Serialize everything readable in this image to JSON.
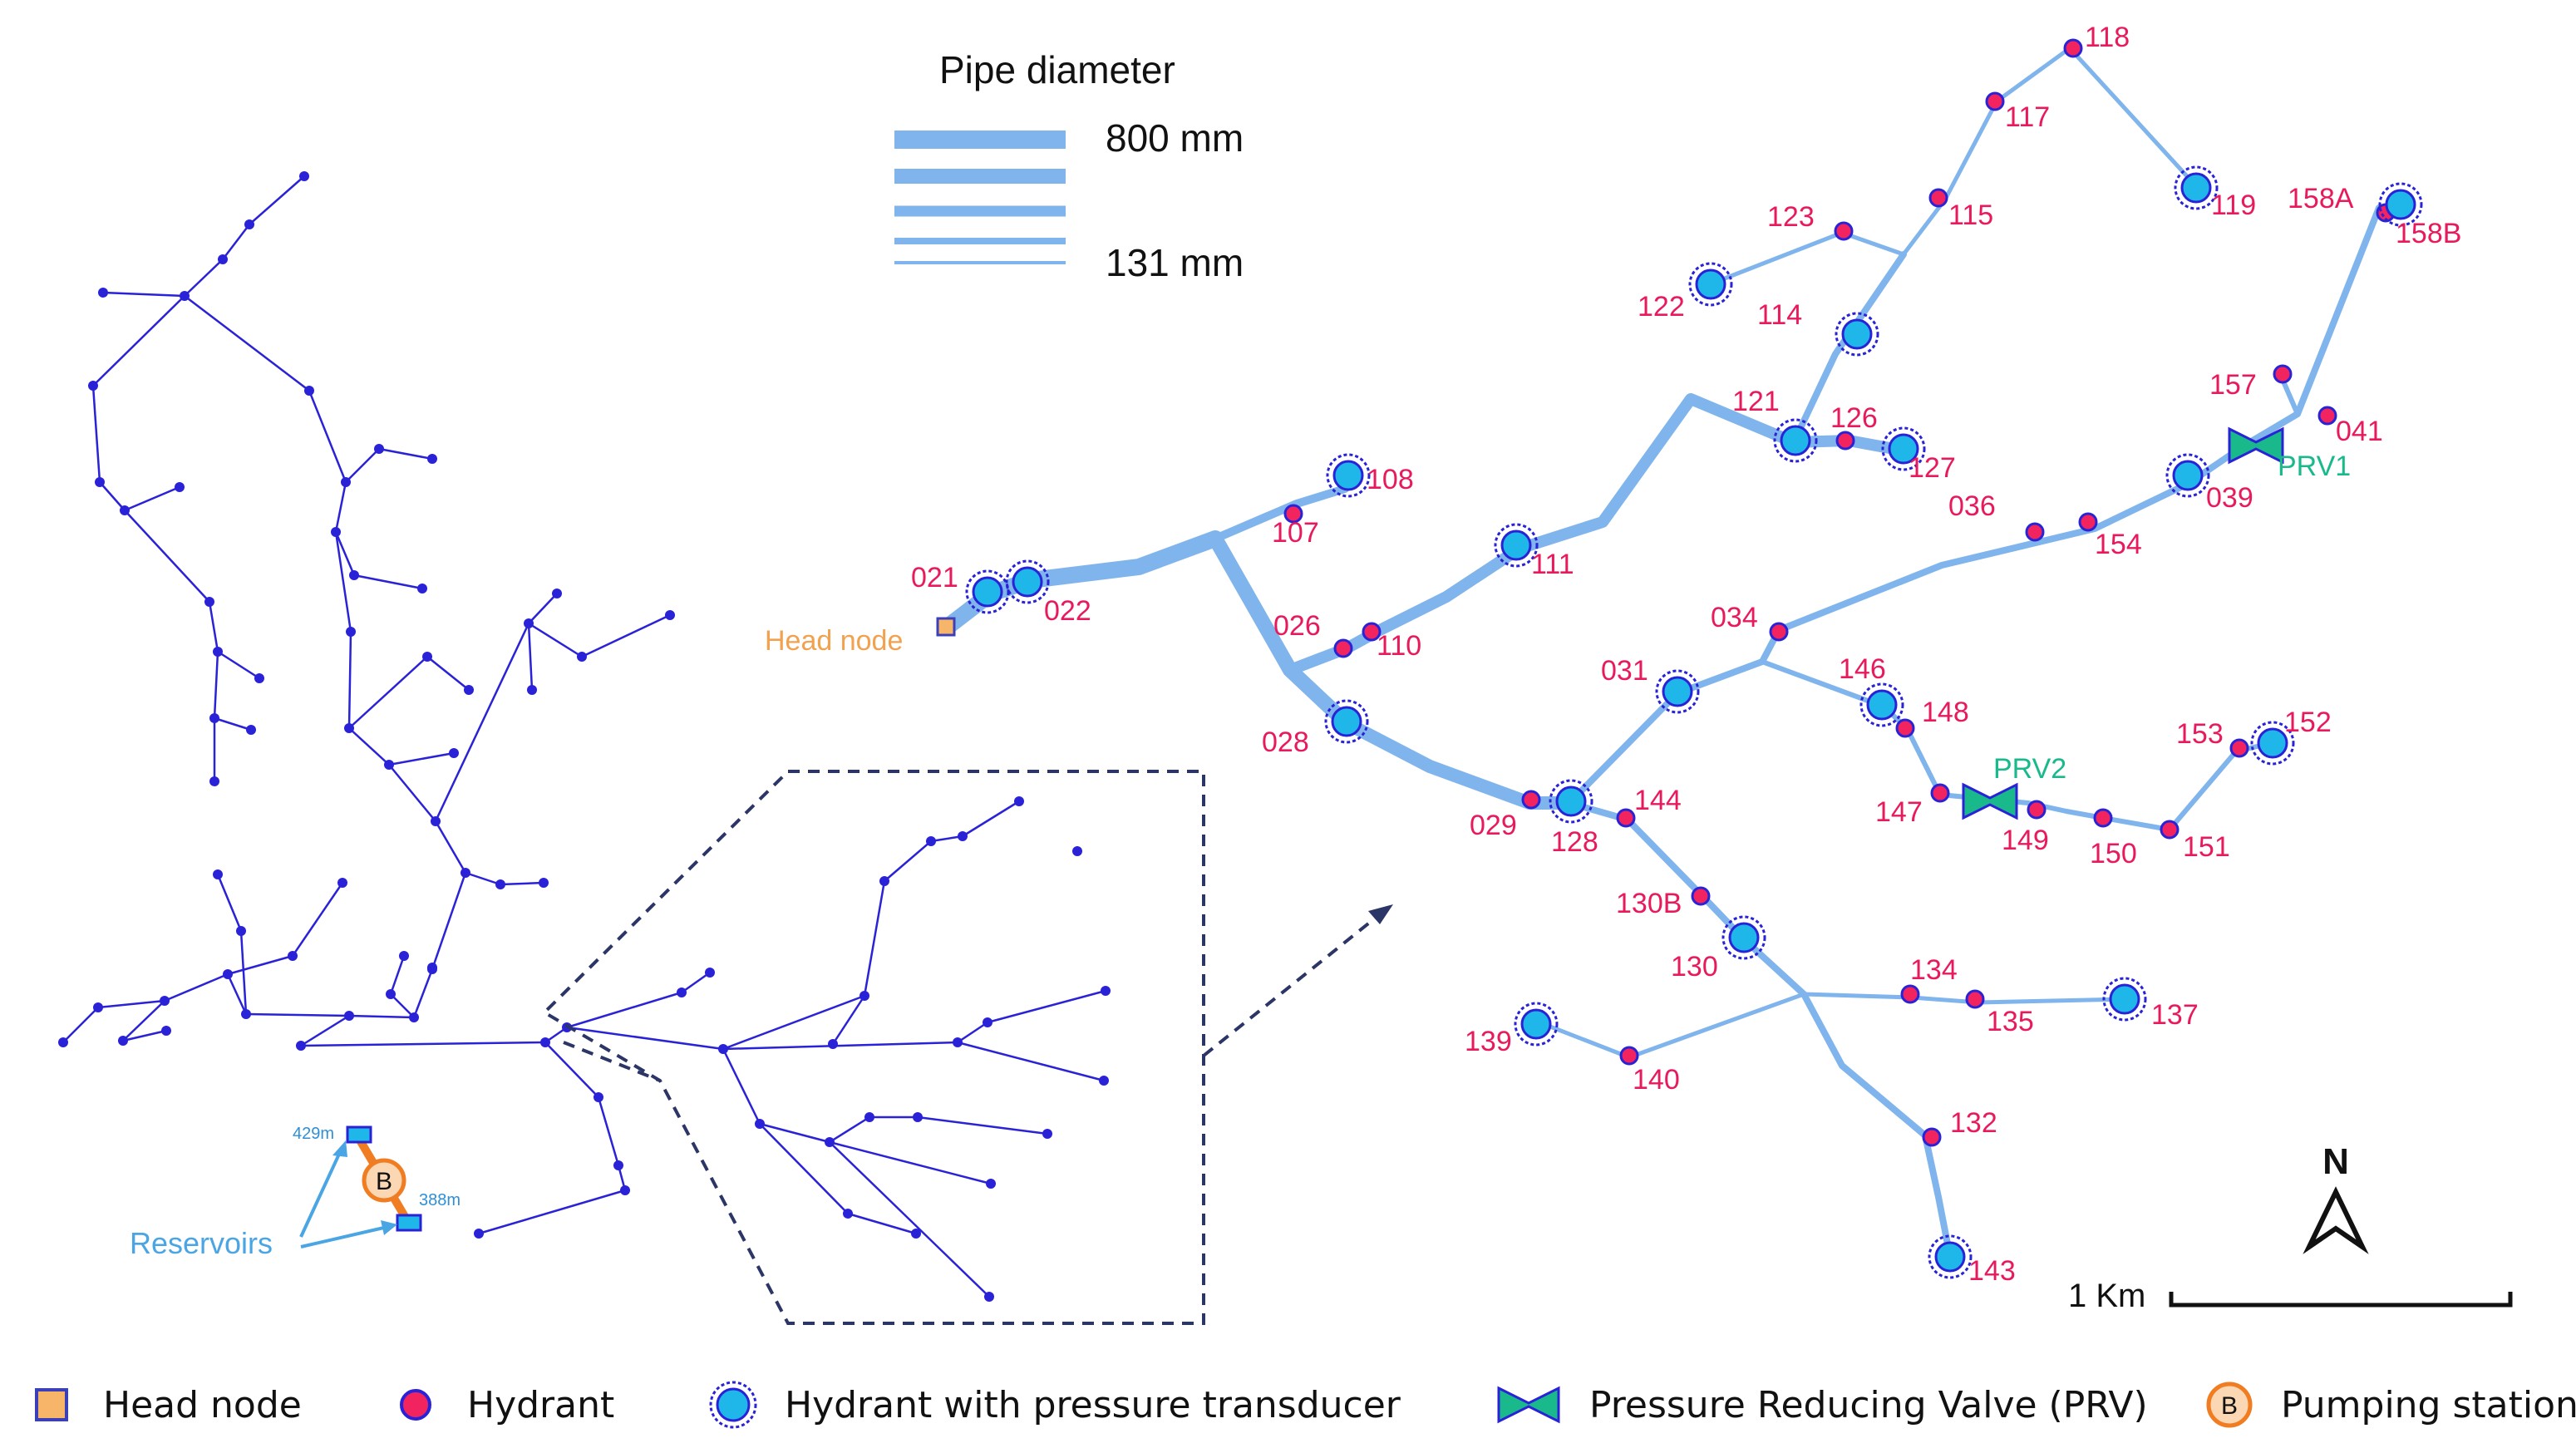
{
  "pipe_diameter": {
    "title": "Pipe diameter",
    "max_label": "800 mm",
    "min_label": "131 mm"
  },
  "head_node_label": "Head node",
  "reservoirs_label": "Reservoirs",
  "reservoir_a_elev": "429m",
  "reservoir_b_elev": "388m",
  "pump_label": "B",
  "prv_labels": [
    "PRV1",
    "PRV2"
  ],
  "scale_label": "1 Km",
  "north_label": "N",
  "node_labels": [
    "021",
    "022",
    "107",
    "108",
    "026",
    "110",
    "111",
    "028",
    "029",
    "128",
    "031",
    "034",
    "036",
    "154",
    "039",
    "157",
    "041",
    "158A",
    "158B",
    "118",
    "117",
    "115",
    "119",
    "123",
    "122",
    "114",
    "121",
    "126",
    "127",
    "146",
    "148",
    "147",
    "149",
    "150",
    "151",
    "153",
    "152",
    "144",
    "130B",
    "130",
    "134",
    "135",
    "137",
    "139",
    "140",
    "132",
    "143"
  ],
  "legend": [
    {
      "label": "Head node",
      "icon": "head-node-square"
    },
    {
      "label": "Hydrant",
      "icon": "hydrant-dot"
    },
    {
      "label": "Hydrant with pressure transducer",
      "icon": "transducer-circle"
    },
    {
      "label": "Pressure Reducing Valve (PRV)",
      "icon": "prv-bowtie"
    },
    {
      "label": "Pumping station",
      "icon": "pump-circle"
    }
  ],
  "colors": {
    "network_dark": "#2a22d6",
    "pipe_light": "#80b4ec",
    "hydrant": "#f2245f",
    "transducer": "#1fb6e9",
    "label_red": "#e81a5c",
    "prv_green": "#19b98c",
    "head_node": "#f7b56a",
    "pump": "#f07d22",
    "reservoir_label": "#4aa5e4",
    "dash": "#2b3566"
  }
}
